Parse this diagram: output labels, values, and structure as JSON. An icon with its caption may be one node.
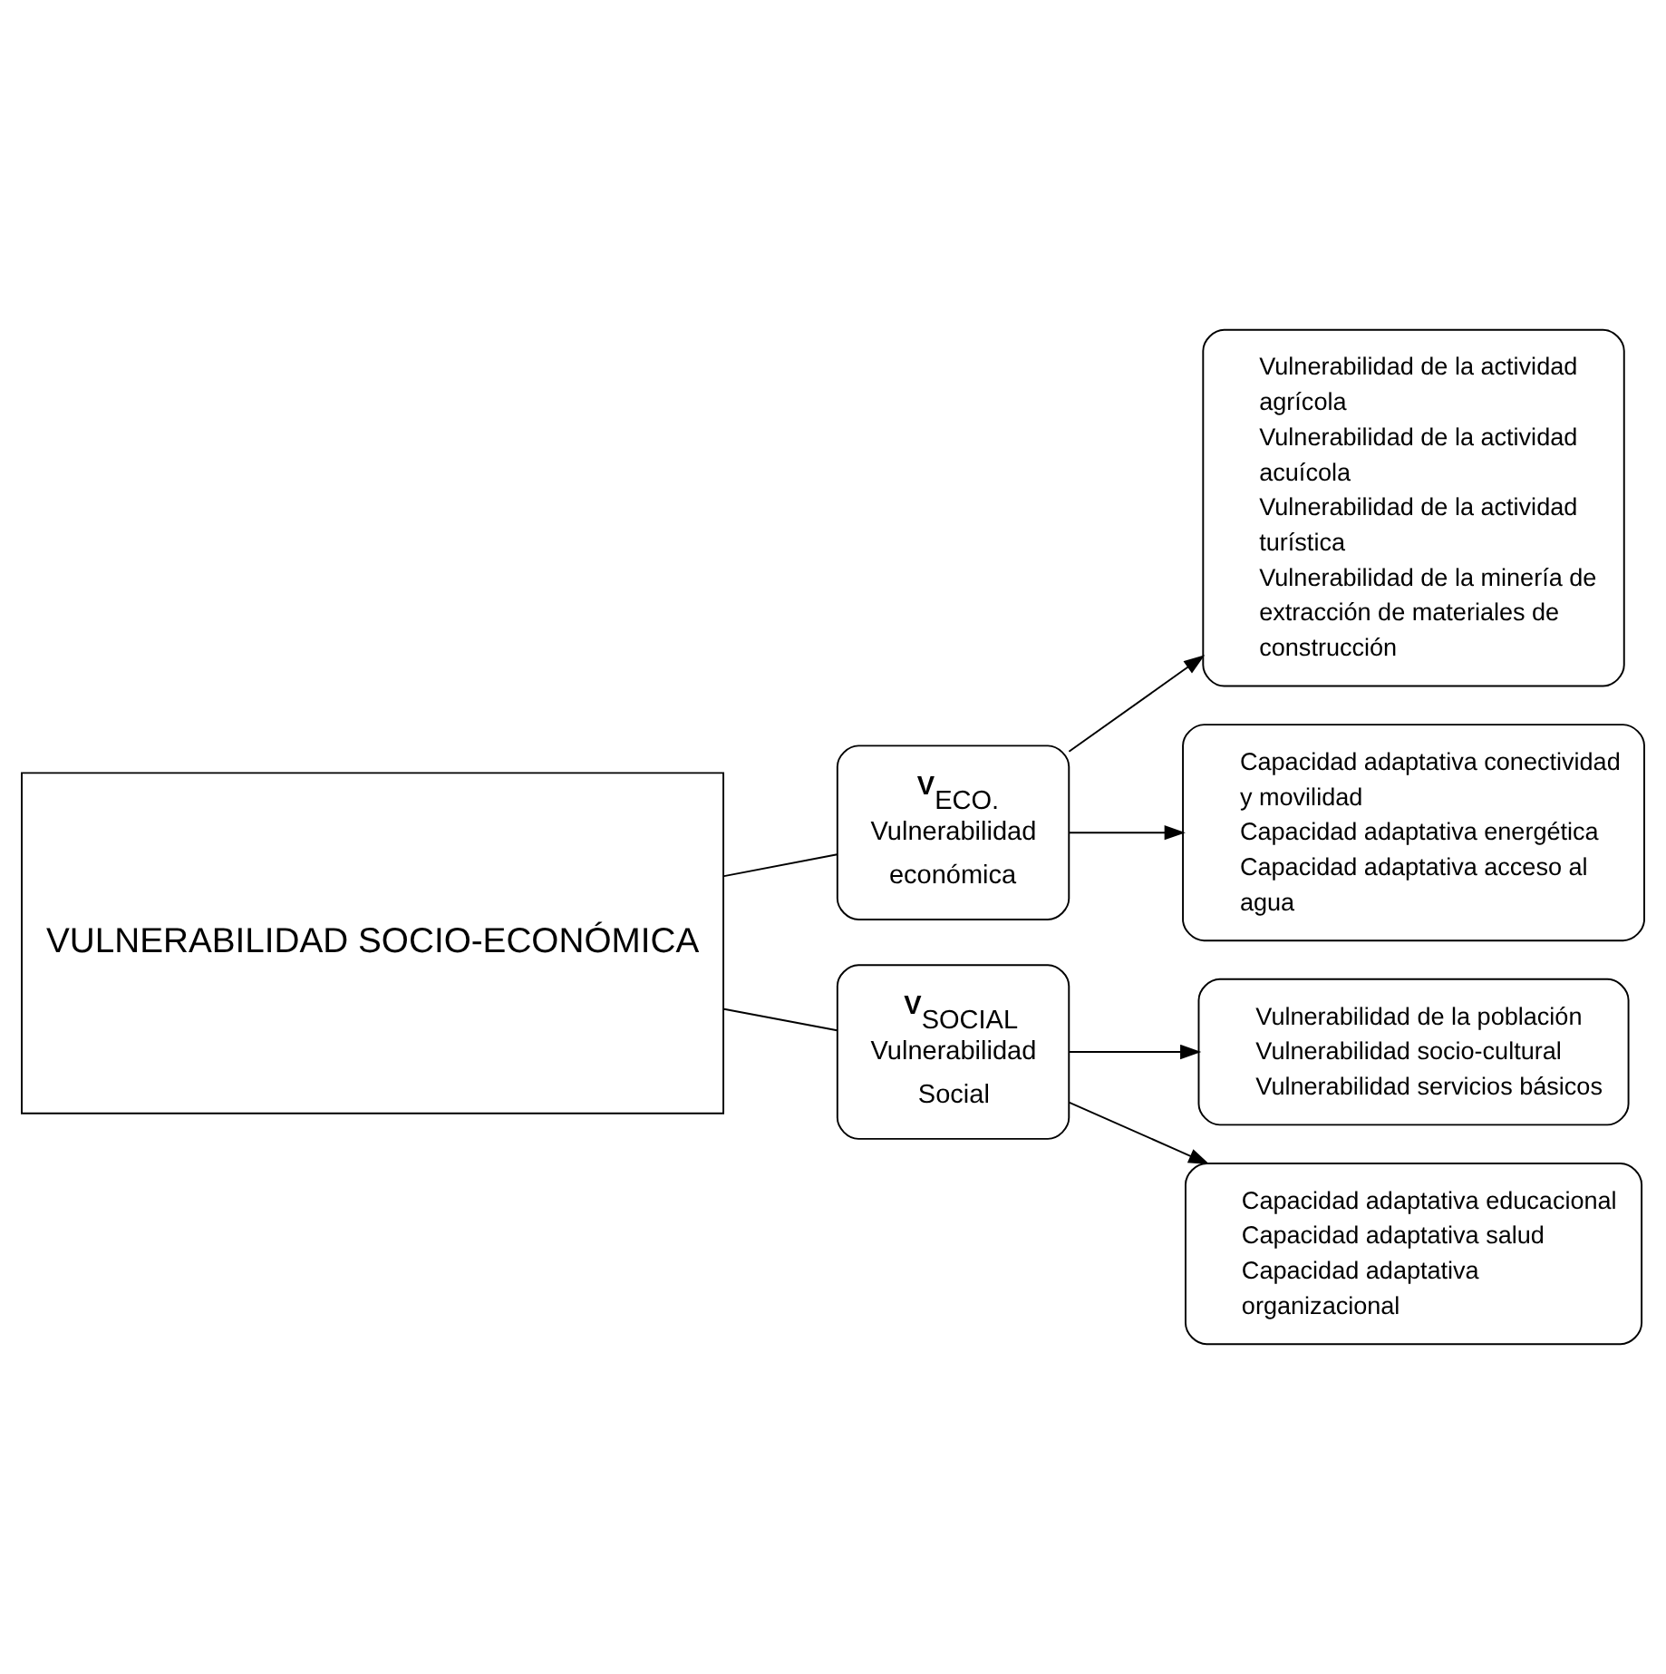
{
  "diagram": {
    "nodes": [
      {
        "text": [
          "VULNERABILIDAD SOCIO-ECONÓMICA"
        ]
      },
      {
        "text": [
          "**V**$_{ECO.}$",
          "Vulnerabilidad económica"
        ]
      },
      {
        "text": [
          "**V**$_{SOCIAL}$",
          "Vulnerabilidad Social"
        ]
      },
      {
        "text": [
          "Vulnerabilidad de la actividad agrícola",
          "Vulnerabilidad de la actividad acuícola",
          "Vulnerabilidad de la actividad turística",
          "Vulnerabilidad de la minería de extracción de materiales de construcción"
        ]
      },
      {
        "text": [
          "Capacidad adaptativa conectividad y movilidad",
          "Capacidad adaptativa energética",
          "Capacidad adaptativa acceso al agua"
        ]
      },
      {
        "text": [
          "Vulnerabilidad de la población",
          "Vulnerabilidad socio-cultural",
          "Vulnerabilidad servicios básicos"
        ]
      },
      {
        "text": [
          "Capacidad adaptativa educacional",
          "Capacidad adaptativa salud",
          "Capacidad adaptativa organizacional"
        ]
      }
    ],
    "edges": [
      {
        "from": 0,
        "to": 1,
        "arrow": "none"
      },
      {
        "from": 0,
        "to": 2,
        "arrow": "none"
      },
      {
        "from": 1,
        "to": 3,
        "arrow": "to"
      },
      {
        "from": 1,
        "to": 4,
        "arrow": "to"
      },
      {
        "from": 2,
        "to": 5,
        "arrow": "to"
      },
      {
        "from": 2,
        "to": 6,
        "arrow": "to"
      }
    ]
  }
}
